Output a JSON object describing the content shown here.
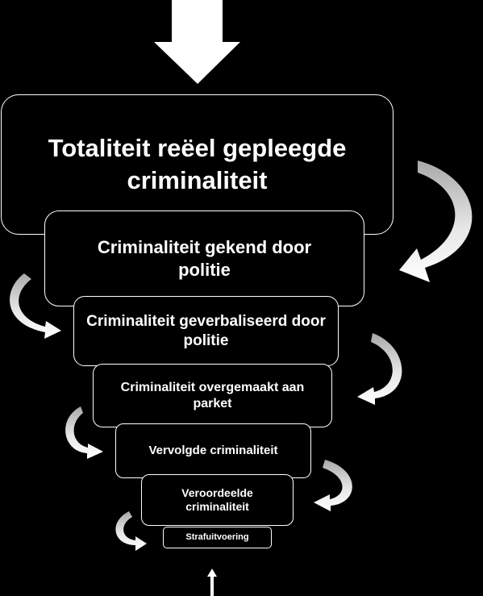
{
  "diagram": {
    "levels": [
      {
        "id": "totaliteit",
        "label": "Totaliteit reëel gepleegde criminaliteit"
      },
      {
        "id": "gekend",
        "label": "Criminaliteit gekend door politie"
      },
      {
        "id": "geverbaliseerd",
        "label": "Criminaliteit geverbaliseerd door politie"
      },
      {
        "id": "parket",
        "label": "Criminaliteit overgemaakt aan parket"
      },
      {
        "id": "vervolgd",
        "label": "Vervolgde criminaliteit"
      },
      {
        "id": "veroordeeld",
        "label": "Veroordeelde criminaliteit"
      },
      {
        "id": "strafuitvoering",
        "label": "Strafuitvoering"
      }
    ],
    "colors": {
      "background": "#000000",
      "box_border": "#ffffff",
      "text": "#ffffff",
      "arrow": "#ffffff",
      "curved_arrow_shade": "#bdbdbd"
    },
    "icons": {
      "input_arrow": "arrow-down-icon",
      "output_arrow": "arrow-up-icon",
      "side_arrows": "curved-arrow-icon"
    }
  }
}
